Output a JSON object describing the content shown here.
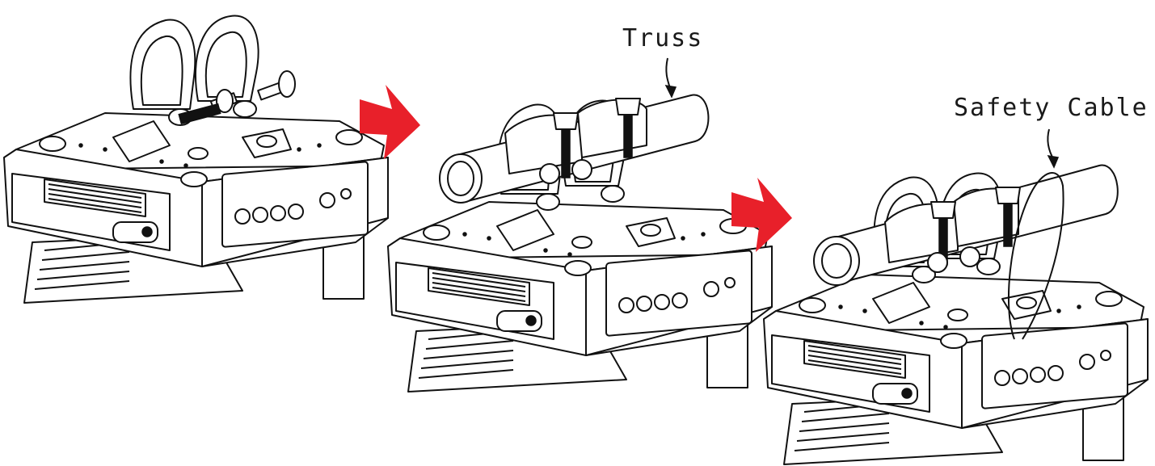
{
  "labels": {
    "truss": "Truss",
    "safety_cable": "Safety Cable"
  },
  "colors": {
    "arrow": "#e8202a",
    "line": "#111111"
  },
  "steps": [
    {
      "name": "fixture-with-clamps"
    },
    {
      "name": "fixture-mounted-on-truss"
    },
    {
      "name": "fixture-with-safety-cable"
    }
  ]
}
